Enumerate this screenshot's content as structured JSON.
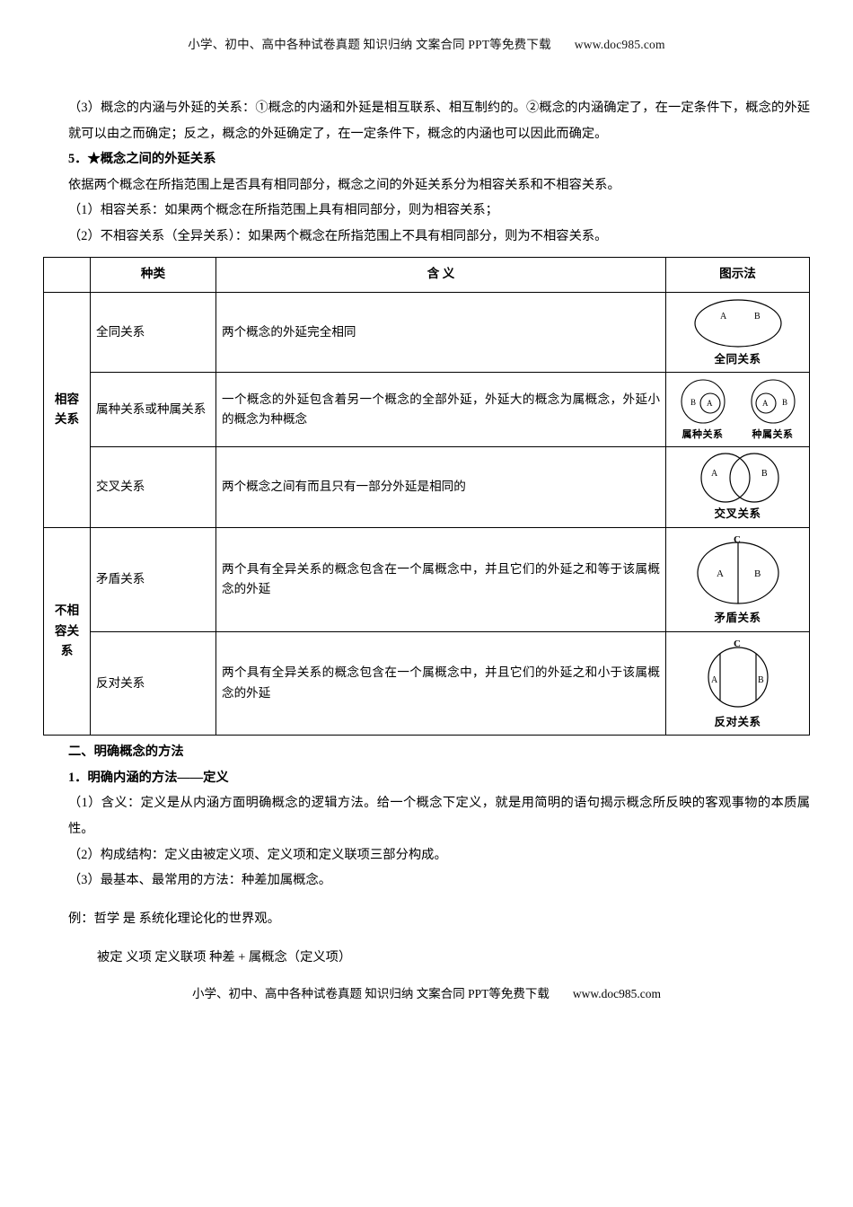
{
  "watermark": {
    "text": "小学、初中、高中各种试卷真题  知识归纳  文案合同  PPT等免费下载",
    "url": "www.doc985.com"
  },
  "body": {
    "p1": "（3）概念的内涵与外延的关系：①概念的内涵和外延是相互联系、相互制约的。②概念的内涵确定了，在一定条件下，概念的外延就可以由之而确定；反之，概念的外延确定了，在一定条件下，概念的内涵也可以因此而确定。",
    "h5": "5．★概念之间的外延关系",
    "p2": "依据两个概念在所指范围上是否具有相同部分，概念之间的外延关系分为相容关系和不相容关系。",
    "p3": "（1）相容关系：如果两个概念在所指范围上具有相同部分，则为相容关系；",
    "p4": "（2）不相容关系（全异关系）：如果两个概念在所指范围上不具有相同部分，则为不相容关系。"
  },
  "table": {
    "headers": [
      "",
      "种类",
      "含 义",
      "图示法"
    ],
    "groups": [
      {
        "label": "相容关系",
        "rows": [
          {
            "kind": "全同关系",
            "meaning": "两个概念的外延完全相同",
            "figure": "identical-circles",
            "figure_caption": "全同关系",
            "figure_labels": [
              "A",
              "B"
            ]
          },
          {
            "kind": "属种关系或种属关系",
            "meaning": "一个概念的外延包含着另一个概念的全部外延，外延大的概念为属概念，外延小的概念为种概念",
            "figure": "genus-species-pair",
            "figure_caption_left": "属种关系",
            "figure_caption_right": "种属关系",
            "figure_labels_left": [
              "B",
              "A"
            ],
            "figure_labels_right": [
              "A",
              "B"
            ]
          },
          {
            "kind": "交叉关系",
            "meaning": "两个概念之间有而且只有一部分外延是相同的",
            "figure": "intersecting-circles",
            "figure_caption": "交叉关系",
            "figure_labels": [
              "A",
              "B"
            ]
          }
        ]
      },
      {
        "label": "不相容关系",
        "rows": [
          {
            "kind": "矛盾关系",
            "meaning": "两个具有全异关系的概念包含在一个属概念中，并且它们的外延之和等于该属概念的外延",
            "figure": "contradictory-circle",
            "figure_caption": "矛盾关系",
            "figure_labels": [
              "C",
              "A",
              "B"
            ]
          },
          {
            "kind": "反对关系",
            "meaning": "两个具有全异关系的概念包含在一个属概念中，并且它们的外延之和小于该属概念的外延",
            "figure": "contrary-circle",
            "figure_caption": "反对关系",
            "figure_labels": [
              "C",
              "A",
              "B"
            ]
          }
        ]
      }
    ]
  },
  "section2": {
    "h1": "二、明确概念的方法",
    "h2": "1．明确内涵的方法——定义",
    "p1": "（1）含义：定义是从内涵方面明确概念的逻辑方法。给一个概念下定义，就是用简明的语句揭示概念所反映的客观事物的本质属性。",
    "p2": "（2）构成结构：定义由被定义项、定义项和定义联项三部分构成。",
    "p3": "（3）最基本、最常用的方法：种差加属概念。",
    "example": "例：哲学        是        系统化理论化的世界观。",
    "example_terms": "被定 义项   定义联项     种差   +  属概念（定义项）"
  },
  "footer": {
    "text": "小学、初中、高中各种试卷真题  知识归纳  文案合同  PPT等免费下载",
    "url": "www.doc985.com"
  }
}
